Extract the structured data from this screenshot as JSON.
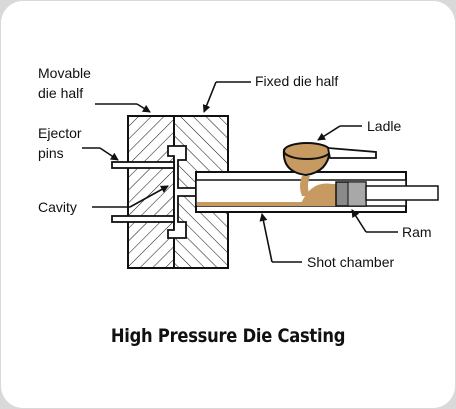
{
  "labels": {
    "movable_line1": "Movable",
    "movable_line2": "die half",
    "fixed": "Fixed die half",
    "ejector_line1": "Ejector",
    "ejector_line2": "pins",
    "cavity": "Cavity",
    "ladle": "Ladle",
    "ram": "Ram",
    "shot_chamber": "Shot chamber"
  },
  "title": "High Pressure Die Casting",
  "colors": {
    "metal": "#c79a62",
    "ram": "#8a8a8a",
    "ink": "#111111"
  }
}
